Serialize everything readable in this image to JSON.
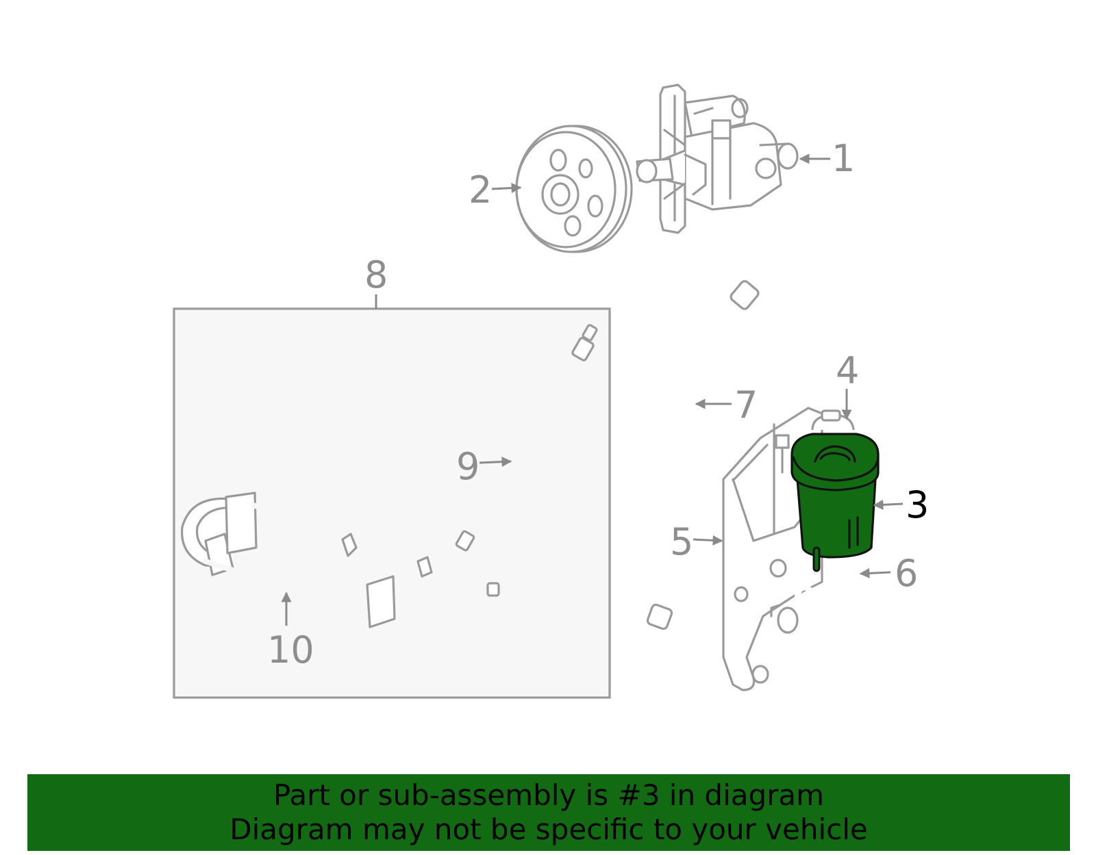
{
  "callouts": {
    "c1": "1",
    "c2": "2",
    "c3": "3",
    "c4": "4",
    "c5": "5",
    "c6": "6",
    "c7": "7",
    "c8": "8",
    "c9": "9",
    "c10": "10"
  },
  "highlight": {
    "part_number": "3",
    "color": "#126b12"
  },
  "banner": {
    "line1": "Part or sub-assembly is #3 in diagram",
    "line2": "Diagram may not be specific to your vehicle",
    "background": "#126b12"
  }
}
